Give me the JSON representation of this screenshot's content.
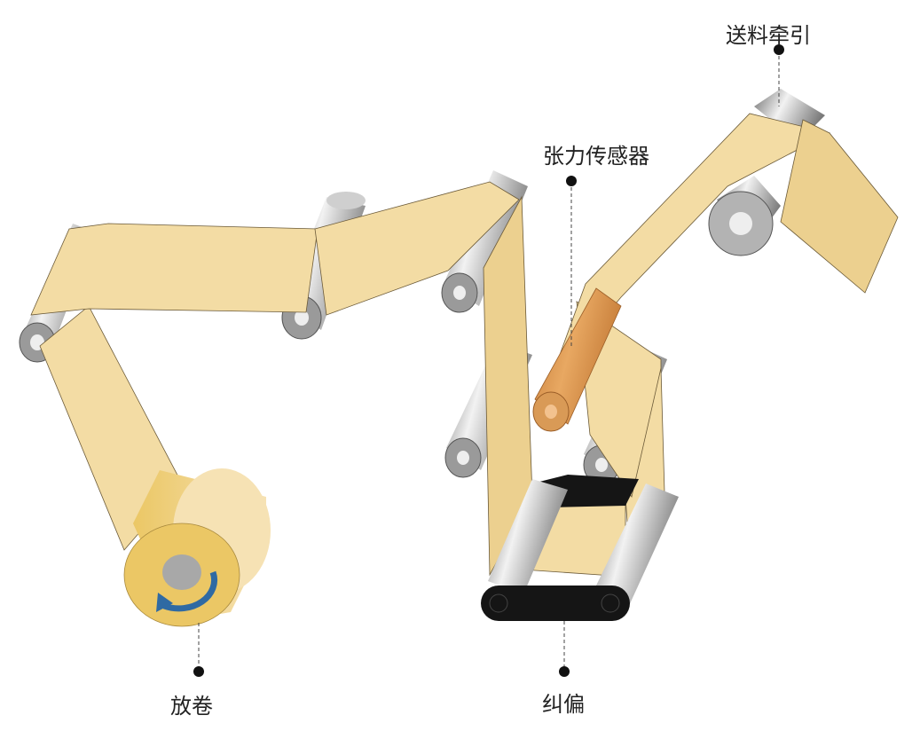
{
  "labels": {
    "feed_traction": "送料牵引",
    "tension_sensor": "张力传感器",
    "unwind": "放卷",
    "web_guide": "纠偏"
  },
  "colors": {
    "web": "#f3dca4",
    "roller": "#a8a8a8",
    "sensor_roller": "#d99a56",
    "unwind_roll": "#ebc765",
    "guide_frame": "#151515",
    "rotation_arrow": "#2f6aa3"
  }
}
